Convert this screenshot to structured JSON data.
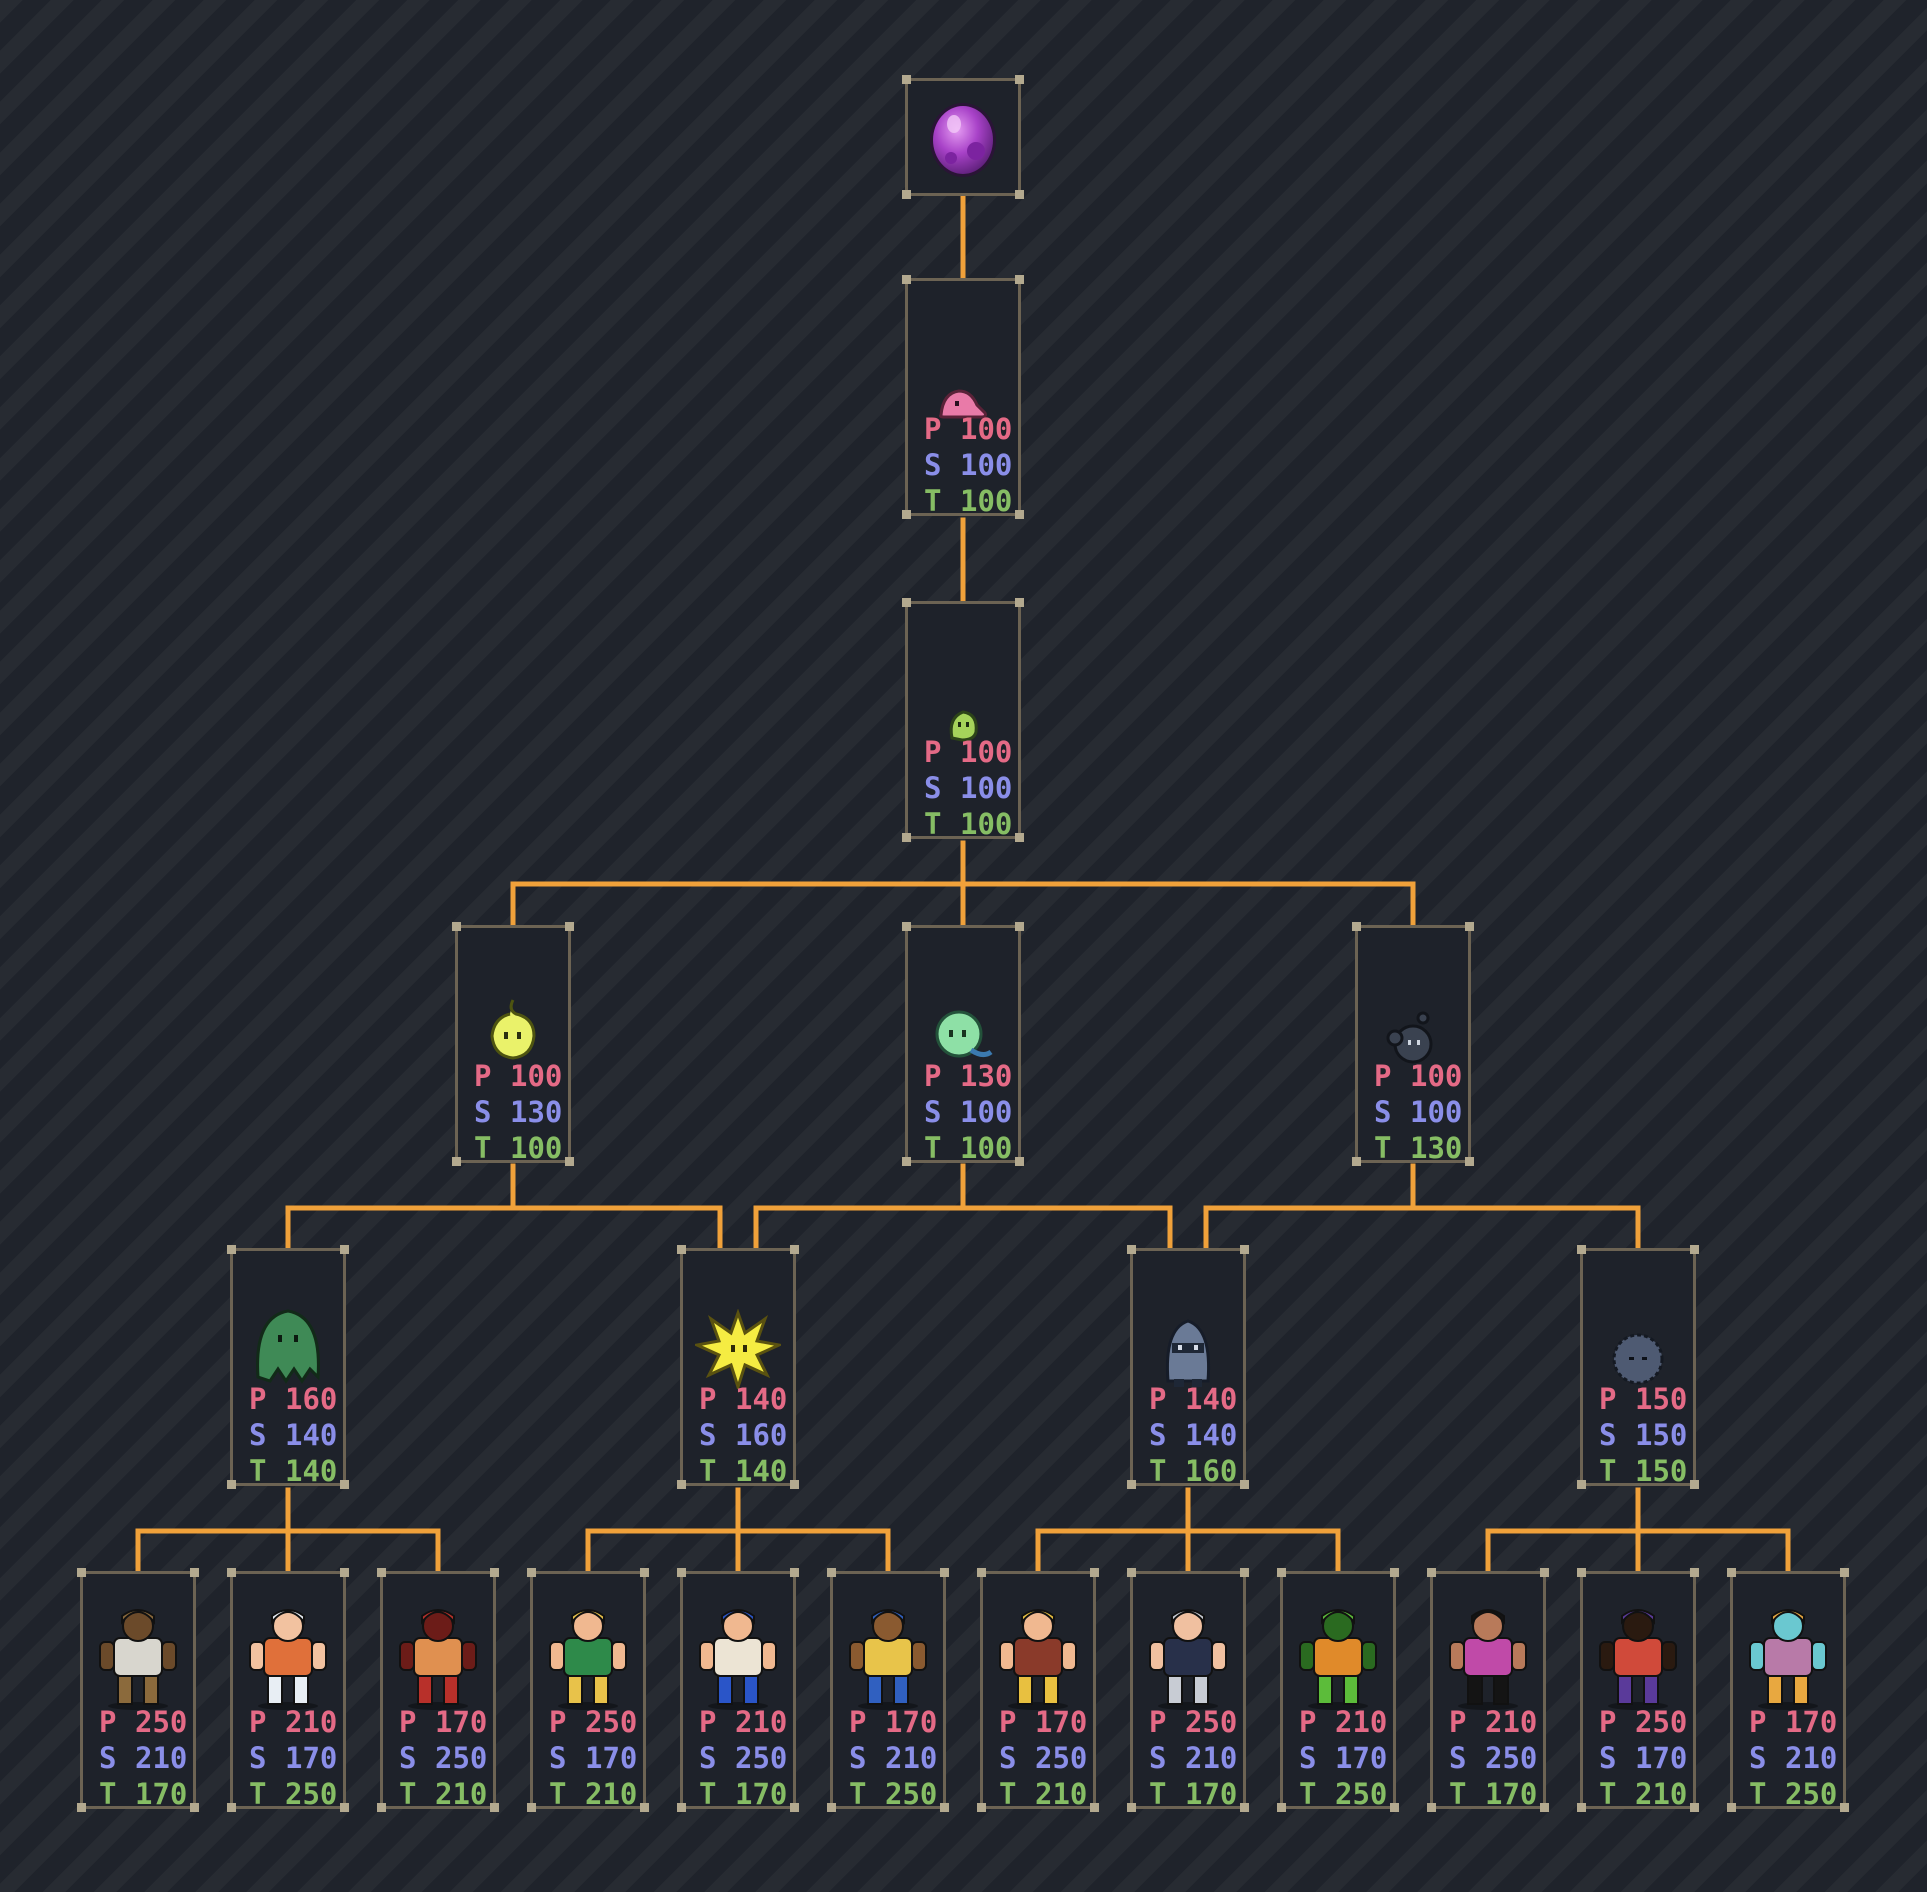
{
  "colors": {
    "line": "#f0a13a",
    "frame": "#6c6353",
    "corner": "#b3a98f",
    "power": "#e46a86",
    "speed": "#8a8ee8",
    "tech": "#86bd64"
  },
  "stat_letters": {
    "p": "P",
    "s": "S",
    "t": "T"
  },
  "nodes": [
    {
      "id": "egg",
      "sprite": "purple-egg-icon"
    },
    {
      "id": "pink-slime",
      "sprite": "pink-slime-icon",
      "stats": {
        "p": "100",
        "s": "100",
        "t": "100"
      }
    },
    {
      "id": "green-blob",
      "sprite": "green-blob-icon",
      "stats": {
        "p": "100",
        "s": "100",
        "t": "100"
      }
    },
    {
      "id": "yellow-wisp",
      "sprite": "yellow-wisp-icon",
      "stats": {
        "p": "100",
        "s": "130",
        "t": "100"
      }
    },
    {
      "id": "green-ghost",
      "sprite": "green-ghost-icon",
      "stats": {
        "p": "130",
        "s": "100",
        "t": "100"
      }
    },
    {
      "id": "dark-bomb",
      "sprite": "dark-bomb-icon",
      "stats": {
        "p": "100",
        "s": "100",
        "t": "130"
      }
    },
    {
      "id": "moss-ghost",
      "sprite": "moss-ghost-icon",
      "stats": {
        "p": "160",
        "s": "140",
        "t": "140"
      }
    },
    {
      "id": "spark-star",
      "sprite": "spark-star-icon",
      "stats": {
        "p": "140",
        "s": "160",
        "t": "140"
      }
    },
    {
      "id": "ninja-blob",
      "sprite": "ninja-blob-icon",
      "stats": {
        "p": "140",
        "s": "140",
        "t": "160"
      }
    },
    {
      "id": "dust-ball",
      "sprite": "dust-ball-icon",
      "stats": {
        "p": "150",
        "s": "150",
        "t": "150"
      }
    },
    {
      "id": "trenchcoat-detective",
      "sprite": "detective-icon",
      "stats": {
        "p": "250",
        "s": "210",
        "t": "170"
      }
    },
    {
      "id": "masked-wrestler",
      "sprite": "wrestler-icon",
      "stats": {
        "p": "210",
        "s": "170",
        "t": "250"
      }
    },
    {
      "id": "lion-warrior",
      "sprite": "lion-warrior-icon",
      "stats": {
        "p": "170",
        "s": "250",
        "t": "210"
      }
    },
    {
      "id": "blonde-fighter",
      "sprite": "blonde-fighter-icon",
      "stats": {
        "p": "250",
        "s": "170",
        "t": "210"
      }
    },
    {
      "id": "capped-brawler",
      "sprite": "capped-brawler-icon",
      "stats": {
        "p": "210",
        "s": "250",
        "t": "170"
      }
    },
    {
      "id": "pharaoh-giant",
      "sprite": "pharaoh-icon",
      "stats": {
        "p": "170",
        "s": "210",
        "t": "250"
      }
    },
    {
      "id": "vest-gunman",
      "sprite": "gunman-icon",
      "stats": {
        "p": "170",
        "s": "250",
        "t": "210"
      }
    },
    {
      "id": "silver-swordsman",
      "sprite": "swordsman-icon",
      "stats": {
        "p": "250",
        "s": "210",
        "t": "170"
      }
    },
    {
      "id": "green-beast",
      "sprite": "green-beast-icon",
      "stats": {
        "p": "210",
        "s": "170",
        "t": "250"
      }
    },
    {
      "id": "curly-brawler",
      "sprite": "curly-brawler-icon",
      "stats": {
        "p": "210",
        "s": "250",
        "t": "170"
      }
    },
    {
      "id": "caped-magician",
      "sprite": "magician-icon",
      "stats": {
        "p": "250",
        "s": "170",
        "t": "210"
      }
    },
    {
      "id": "crowned-blade",
      "sprite": "crowned-blade-icon",
      "stats": {
        "p": "170",
        "s": "210",
        "t": "250"
      }
    }
  ]
}
